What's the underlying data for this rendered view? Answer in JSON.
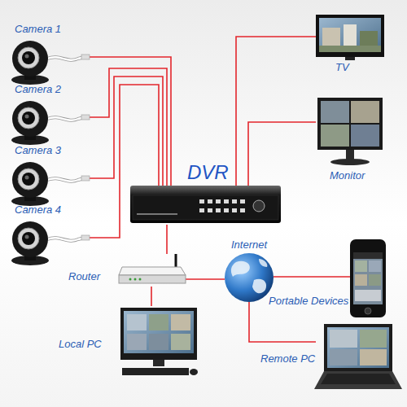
{
  "diagram": {
    "nodes": [
      {
        "text": [
          "Camera 1"
        ]
      },
      {
        "text": [
          "Camera 2"
        ]
      },
      {
        "text": [
          "Camera 3"
        ]
      },
      {
        "text": [
          "Camera 4"
        ]
      },
      {
        "text": [
          "DVR"
        ]
      },
      {
        "text": [
          "TV"
        ]
      },
      {
        "text": [
          "Monitor"
        ]
      },
      {
        "text": [
          "Router"
        ]
      },
      {
        "text": [
          "Internet"
        ]
      },
      {
        "text": [
          "Portable Devices"
        ]
      },
      {
        "text": [
          "Local PC"
        ]
      },
      {
        "text": [
          "Remote PC"
        ]
      }
    ],
    "edges": [
      {
        "from": 0,
        "to": 4,
        "arrow": "none"
      },
      {
        "from": 1,
        "to": 4,
        "arrow": "none"
      },
      {
        "from": 2,
        "to": 4,
        "arrow": "none"
      },
      {
        "from": 3,
        "to": 4,
        "arrow": "none"
      },
      {
        "from": 4,
        "to": 5,
        "arrow": "none"
      },
      {
        "from": 4,
        "to": 6,
        "arrow": "none"
      },
      {
        "from": 4,
        "to": 7,
        "arrow": "none"
      },
      {
        "from": 7,
        "to": 8,
        "arrow": "none"
      },
      {
        "from": 7,
        "to": 10,
        "arrow": "none"
      },
      {
        "from": 8,
        "to": 9,
        "arrow": "none"
      },
      {
        "from": 8,
        "to": 11,
        "arrow": "none"
      }
    ]
  }
}
